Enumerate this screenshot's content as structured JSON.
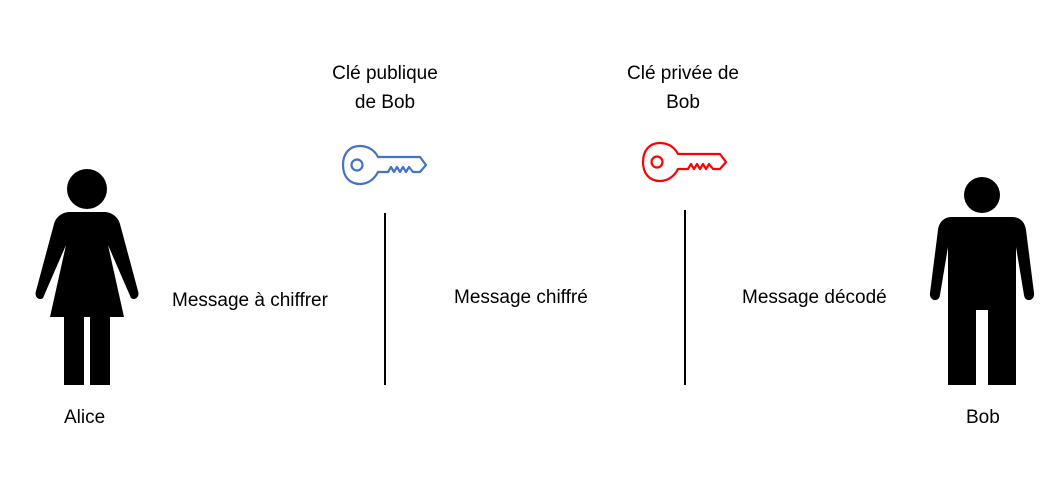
{
  "keys": {
    "public_key_label_line1": "Clé publique",
    "public_key_label_line2": "de Bob",
    "private_key_label_line1": "Clé privée de",
    "private_key_label_line2": "Bob",
    "public_key_color": "#4472C4",
    "private_key_color": "#FF0000"
  },
  "people": {
    "sender_name": "Alice",
    "receiver_name": "Bob"
  },
  "messages": {
    "plain": "Message à chiffrer",
    "encrypted": "Message chiffré",
    "decoded": "Message décodé"
  }
}
